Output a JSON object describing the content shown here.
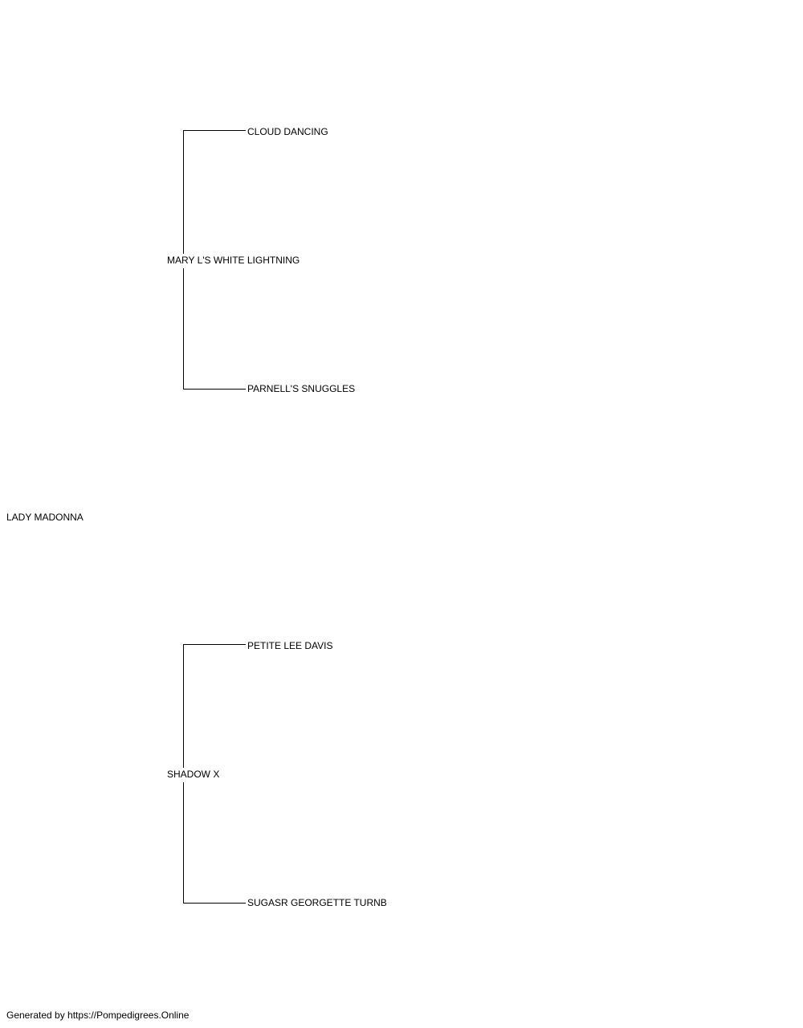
{
  "pedigree": {
    "subject": "LADY MADONNA",
    "sire": "MARY L'S WHITE LIGHTNING",
    "dam": "SHADOW X",
    "sire_sire": "CLOUD DANCING",
    "sire_dam": "PARNELL'S SNUGGLES",
    "dam_sire": "PETITE LEE DAVIS",
    "dam_dam": "SUGASR GEORGETTE TURNB"
  },
  "footer": {
    "text": "Generated by https://Pompedigrees.Online"
  }
}
